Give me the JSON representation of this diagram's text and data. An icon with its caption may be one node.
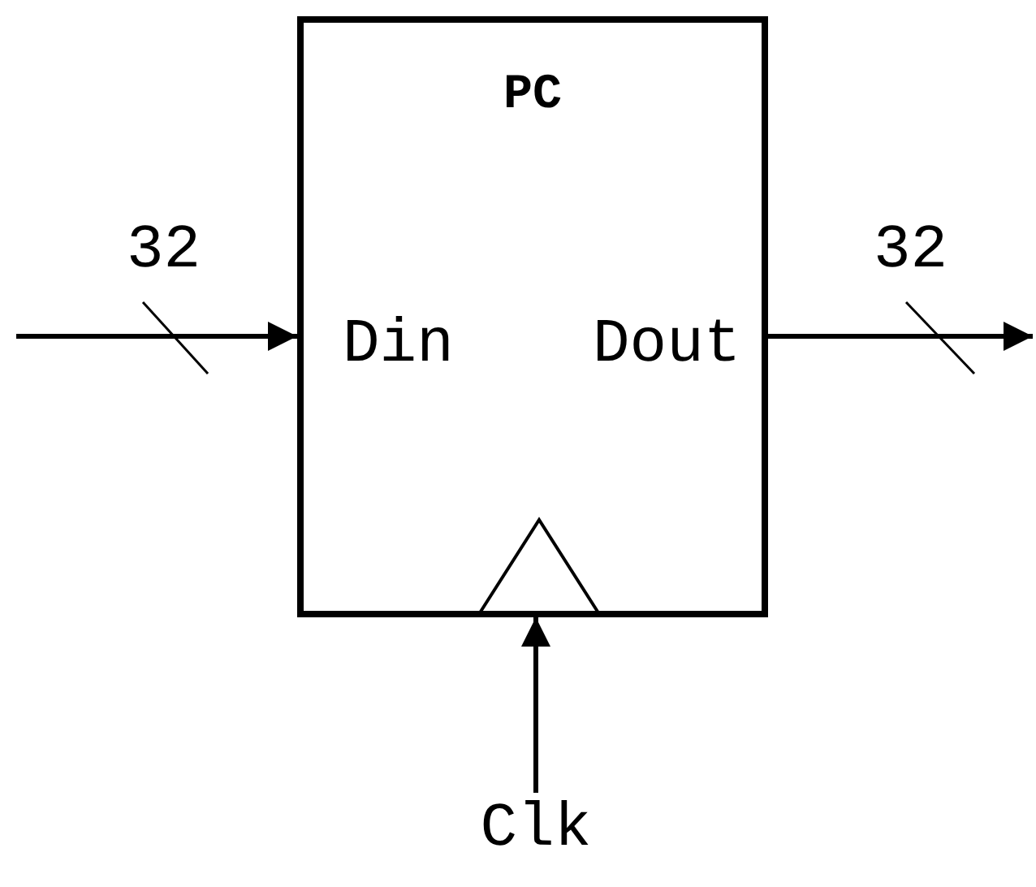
{
  "diagram": {
    "nodes": [
      {
        "text": [
          "PC",
          "Din",
          "Dout"
        ]
      },
      {
        "text": [
          "Clk"
        ]
      }
    ],
    "edges": [
      {
        "from": null,
        "to": 0,
        "arrow": "to"
      },
      {
        "from": 0,
        "to": null,
        "arrow": "to"
      },
      {
        "from": 1,
        "to": 0,
        "arrow": "to"
      }
    ],
    "labels": [
      "32",
      "32"
    ]
  }
}
